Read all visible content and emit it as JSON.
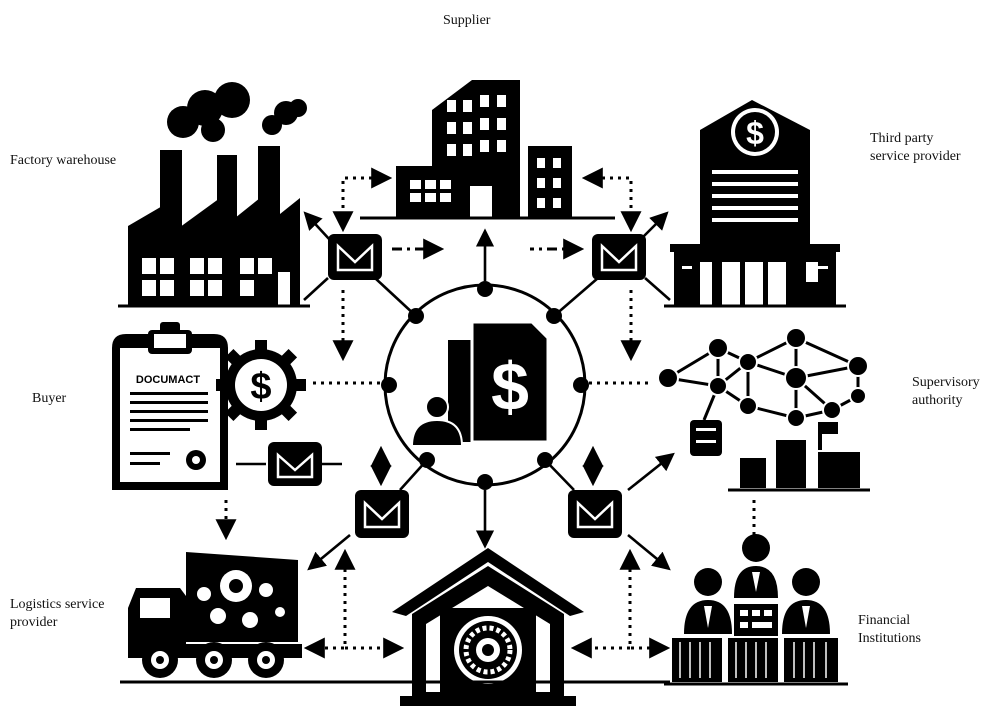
{
  "labels": {
    "supplier": "Supplier",
    "factory": "Factory warehouse",
    "third_party": "Third party\nservice provider",
    "buyer": "Buyer",
    "supervisory": "Supervisory\nauthority",
    "logistics": "Logistics service\nprovider",
    "financial": "Financial\nInstitutions"
  },
  "icon_text": {
    "document_title": "DOCUMACT",
    "currency_symbol": "$"
  },
  "colors": {
    "ink": "#000000",
    "background": "#ffffff"
  }
}
